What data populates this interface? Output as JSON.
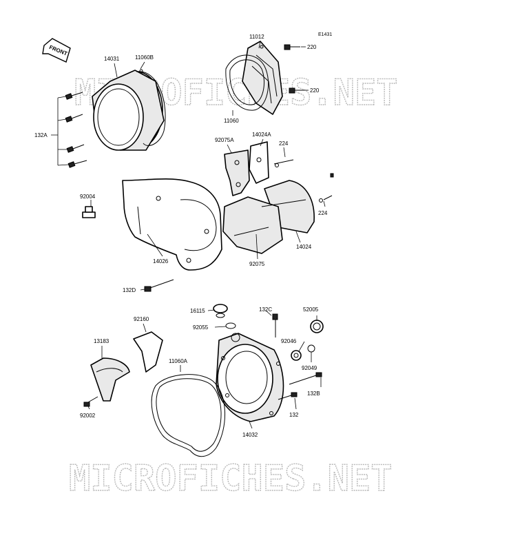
{
  "drawing_code": "E1431",
  "front_arrow_label": "FRONT",
  "watermark": "MICROFICHES.NET",
  "parts": {
    "p14031": "14031",
    "p11060B": "11060B",
    "p11012": "11012",
    "p220a": "220",
    "p220b": "220",
    "p11060": "11060",
    "p132A": "132A",
    "p92075A": "92075A",
    "p14024A": "14024A",
    "p224a": "224",
    "p92004": "92004",
    "p224b": "224",
    "p14024": "14024",
    "p14026": "14026",
    "p92075": "92075",
    "p132D": "132D",
    "p16115": "16115",
    "p132C": "132C",
    "p52005": "52005",
    "p92055": "92055",
    "p92160": "92160",
    "p92046": "92046",
    "p13183": "13183",
    "p11060A": "11060A",
    "p92049": "92049",
    "p132B": "132B",
    "p132": "132",
    "p92002": "92002",
    "p14032": "14032"
  }
}
